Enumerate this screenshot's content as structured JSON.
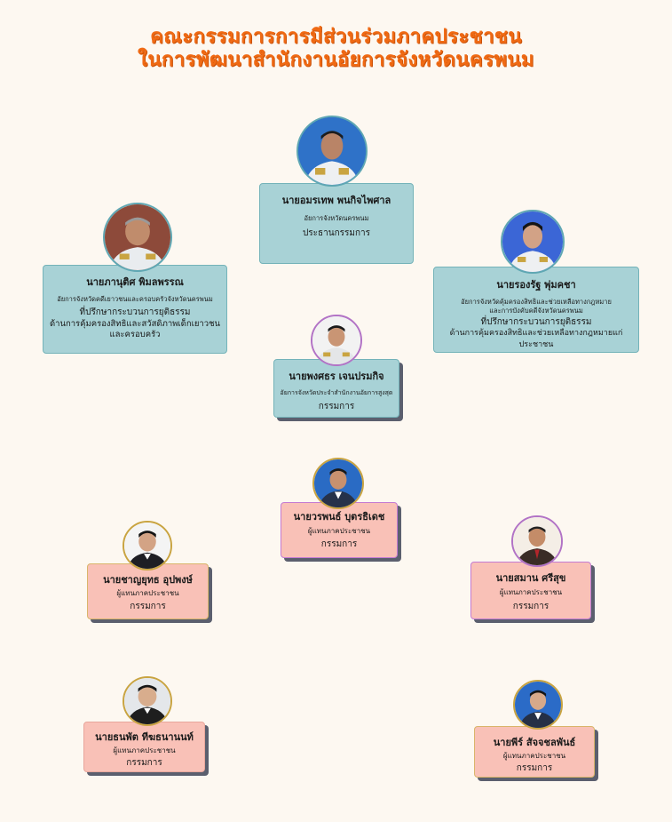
{
  "title": {
    "line1": "คณะกรรมการการมีส่วนร่วมภาคประชาชน",
    "line2": "ในการพัฒนาสำนักงานอัยการจังหวัดนครพนม"
  },
  "colors": {
    "title": "#f06a14",
    "teal_card": "#a8d2d6",
    "pink_card": "#f9c1b7",
    "background": "#fdf8f1"
  },
  "members": [
    {
      "name": "นายอมรเทพ พนกิจไพศาล",
      "position": "อัยการจังหวัดนครพนม",
      "role": "ประธานกรรมการ"
    },
    {
      "name": "นายภานุติศ พิมลพรรณ",
      "position": "อัยการจังหวัดคดีเยาวชนและครอบครัวจังหวัดนครพนม",
      "role": "ที่ปรึกษากระบวนการยุติธรรม",
      "role2": "ด้านการคุ้มครองสิทธิและสวัสดิภาพเด็กเยาวชน",
      "role3": "และครอบครัว"
    },
    {
      "name": "นายรองรัฐ พุ่มคชา",
      "position": "อัยการจังหวัดคุ้มครองสิทธิและช่วยเหลือทางกฎหมาย",
      "position2": "และการบังคับคดีจังหวัดนครพนม",
      "role": "ที่ปรึกษากระบวนการยุติธรรม",
      "role2": "ด้านการคุ้มครองสิทธิและช่วยเหลือทางกฎหมายแก่ประชาชน"
    },
    {
      "name": "นายพงศธร เจนปรมกิจ",
      "position": "อัยการจังหวัดประจำสำนักงานอัยการสูงสุด",
      "role": "กรรมการ"
    },
    {
      "name": "นายวรพนธ์ บุตรธิเดช",
      "position": "ผู้แทนภาคประชาชน",
      "role": "กรรมการ"
    },
    {
      "name": "นายชาญยุทธ อุปพงษ์",
      "position": "ผู้แทนภาคประชาชน",
      "role": "กรรมการ"
    },
    {
      "name": "นายสมาน ศรีสุข",
      "position": "ผู้แทนภาคประชาชน",
      "role": "กรรมการ"
    },
    {
      "name": "นายธนพัต ทีฆธนานนท์",
      "position": "ผู้แทนภาคประชาชน",
      "role": "กรรมการ"
    },
    {
      "name": "นายพีร์ สัจจชลพันธ์",
      "position": "ผู้แทนภาคประชาชน",
      "role": "กรรมการ"
    }
  ]
}
